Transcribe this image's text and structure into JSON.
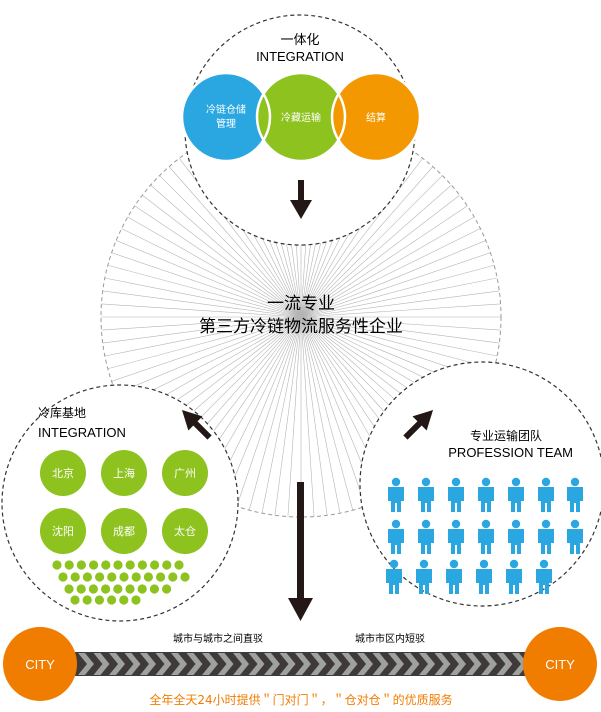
{
  "top": {
    "title_cn": "一体化",
    "title_en": "INTEGRATION",
    "circles": [
      {
        "label_l1": "冷链仓储",
        "label_l2": "管理",
        "color": "#2aa7e0"
      },
      {
        "label_l1": "冷藏运输",
        "label_l2": "",
        "color": "#8dc21f"
      },
      {
        "label_l1": "结算",
        "label_l2": "",
        "color": "#f39800"
      }
    ]
  },
  "center": {
    "line1": "一流专业",
    "line2": "第三方冷链物流服务性企业"
  },
  "left": {
    "title_cn": "冷库基地",
    "title_en": "INTEGRATION",
    "cities": [
      "北京",
      "上海",
      "广州",
      "沈阳",
      "成都",
      "太仓"
    ],
    "color": "#8dc21f"
  },
  "right": {
    "title_cn": "专业运输团队",
    "title_en": "PROFESSION TEAM",
    "color": "#2aa7e0"
  },
  "bottom": {
    "city_left": "CITY",
    "city_right": "CITY",
    "label_left": "城市与城市之间直驳",
    "label_right": "城市市区内短驳",
    "slogan": "全年全天24小时提供＂门对门＂，＂仓对仓＂的优质服务",
    "city_color": "#f07d00",
    "slogan_color": "#f07d00"
  }
}
